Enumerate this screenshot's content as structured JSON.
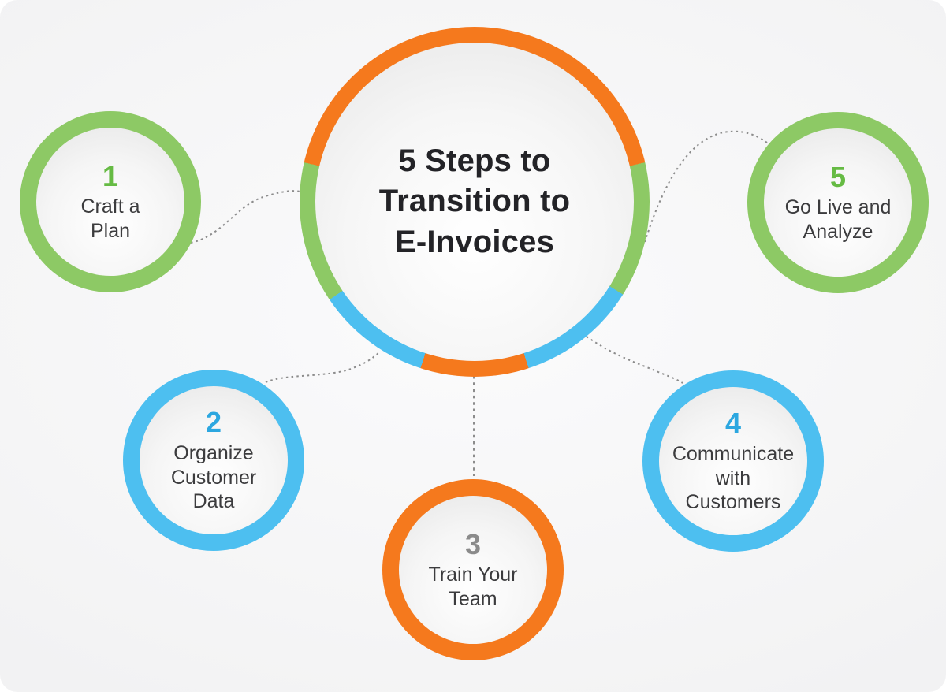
{
  "title": {
    "text": "5 Steps to\nTransition to\nE-Invoices"
  },
  "steps": [
    {
      "number": "1",
      "label": "Craft a\nPlan",
      "ring_color": "#8dc965",
      "number_color": "#66bb44"
    },
    {
      "number": "2",
      "label": "Organize\nCustomer\nData",
      "ring_color": "#4dbff0",
      "number_color": "#2ca7e0"
    },
    {
      "number": "3",
      "label": "Train Your\nTeam",
      "ring_color": "#f5791d",
      "number_color": "#8b8b8b"
    },
    {
      "number": "4",
      "label": "Communicate\nwith\nCustomers",
      "ring_color": "#4dbff0",
      "number_color": "#2ca7e0"
    },
    {
      "number": "5",
      "label": "Go Live and\nAnalyze",
      "ring_color": "#8dc965",
      "number_color": "#66bb44"
    }
  ],
  "central_ring": {
    "segments": [
      {
        "color": "#f5791d",
        "from": 0,
        "to": 77
      },
      {
        "color": "#8dc965",
        "from": 77,
        "to": 122
      },
      {
        "color": "#4dbff0",
        "from": 122,
        "to": 162
      },
      {
        "color": "#f5791d",
        "from": 162,
        "to": 198
      },
      {
        "color": "#4dbff0",
        "from": 198,
        "to": 236
      },
      {
        "color": "#8dc965",
        "from": 236,
        "to": 283
      },
      {
        "color": "#f5791d",
        "from": 283,
        "to": 360
      }
    ]
  },
  "colors": {
    "orange": "#f5791d",
    "green_ring": "#8dc965",
    "green_number": "#66bb44",
    "blue_ring": "#4dbff0",
    "blue_number": "#2ca7e0",
    "gray_number": "#8b8b8b",
    "title": "#232327",
    "label": "#3c3c3e",
    "connector": "#8c8c8c",
    "background": "#f5f5f6"
  }
}
